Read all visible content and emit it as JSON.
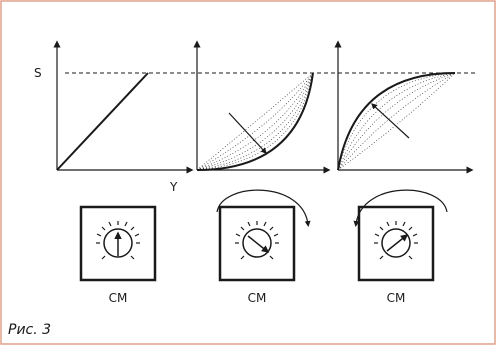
{
  "figure": {
    "caption": "Рис. 3",
    "axis_labels": {
      "y_axis": "S",
      "x_axis": "Y"
    },
    "dial_labels": [
      "CM",
      "CM",
      "CM"
    ],
    "panels": [
      "linear",
      "exponential",
      "logarithmic"
    ],
    "colors": {
      "line": "#1a1a1a",
      "border": "#e3a08a",
      "background": "#ffffff"
    }
  }
}
